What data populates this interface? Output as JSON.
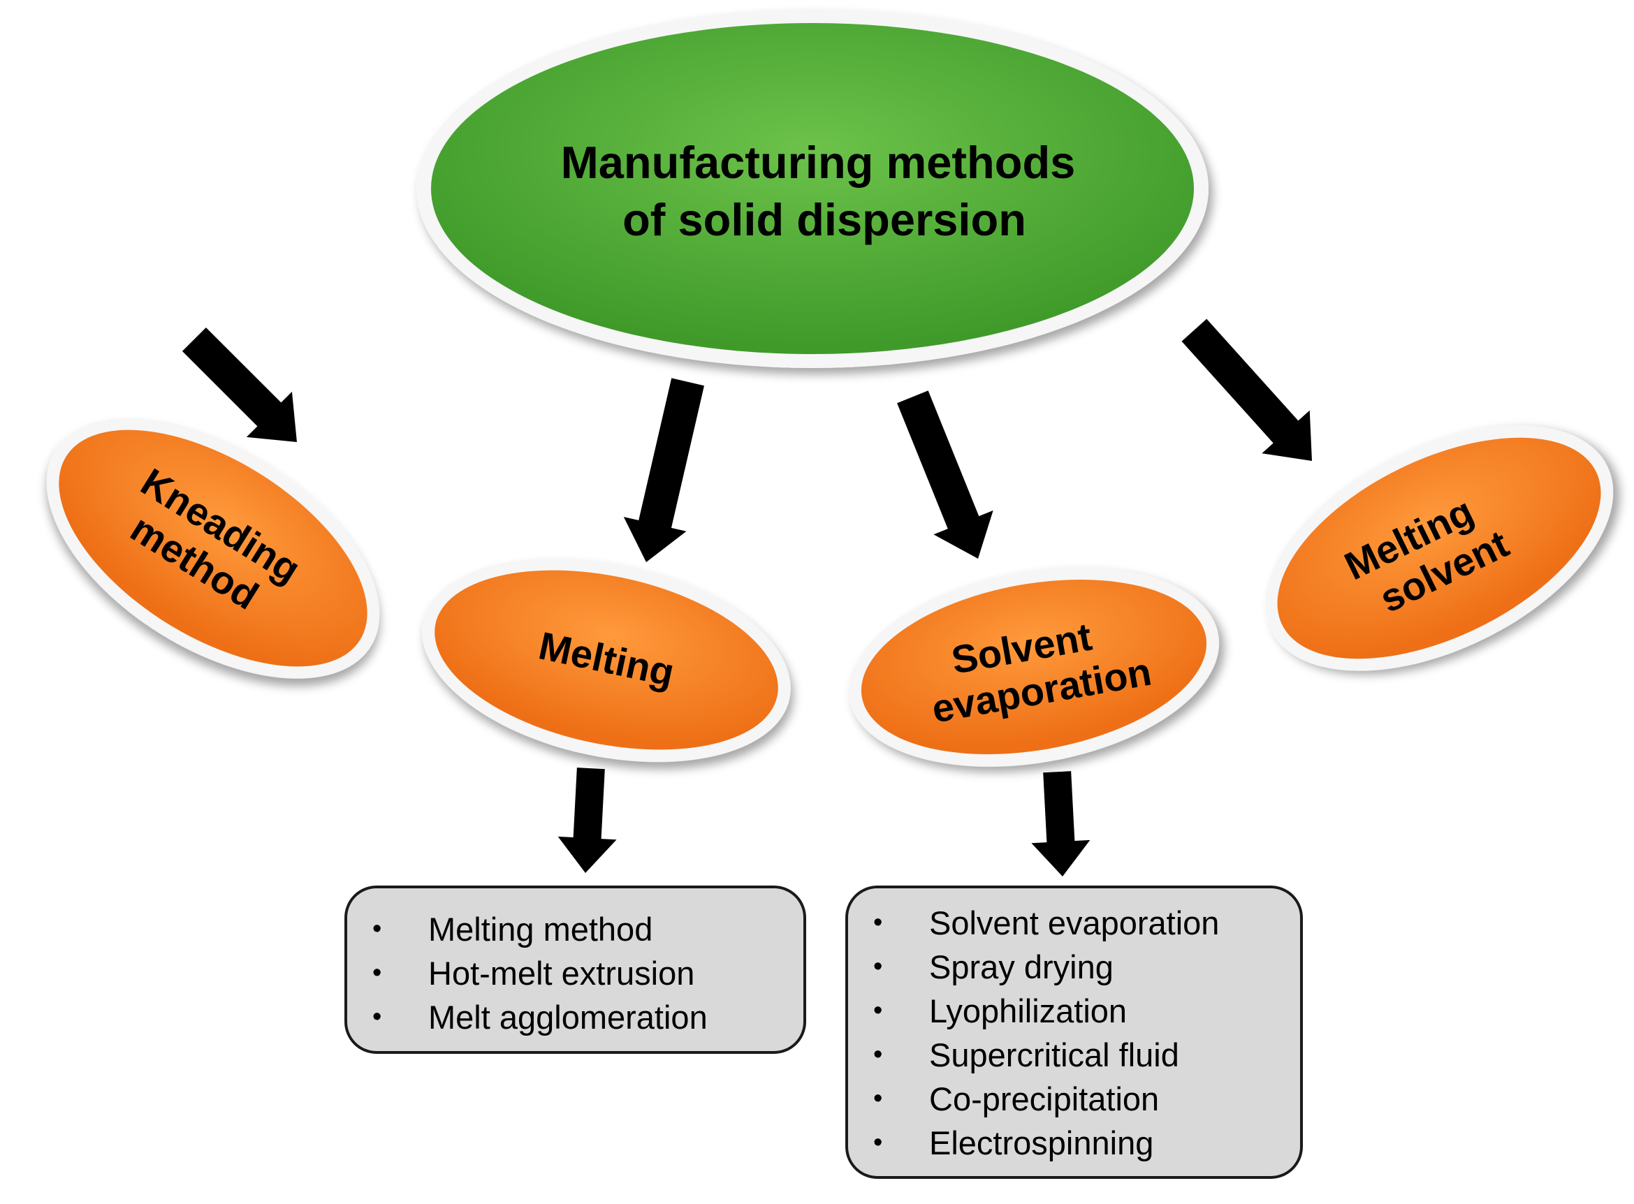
{
  "colors": {
    "root_fill": "#4ca733",
    "root_fill_light": "#6cc24a",
    "method_fill": "#f47c20",
    "method_fill_light": "#ff9a3c",
    "arrow": "#000000",
    "list_fill": "#d9d9d9"
  },
  "root": {
    "line1": "Manufacturing methods",
    "line2": "of solid dispersion"
  },
  "methods": {
    "kneading": {
      "line1": "Kneading",
      "line2": "method"
    },
    "melting": {
      "label": "Melting"
    },
    "solvent_evaporation": {
      "line1": "Solvent",
      "line2": "evaporation"
    },
    "melting_solvent": {
      "line1": "Melting",
      "line2": "solvent"
    }
  },
  "melting_techniques": [
    "Melting method",
    "Hot-melt extrusion",
    "Melt agglomeration"
  ],
  "solvent_techniques": [
    "Solvent evaporation",
    "Spray drying",
    "Lyophilization",
    "Supercritical fluid",
    "Co-precipitation",
    "Electrospinning"
  ]
}
